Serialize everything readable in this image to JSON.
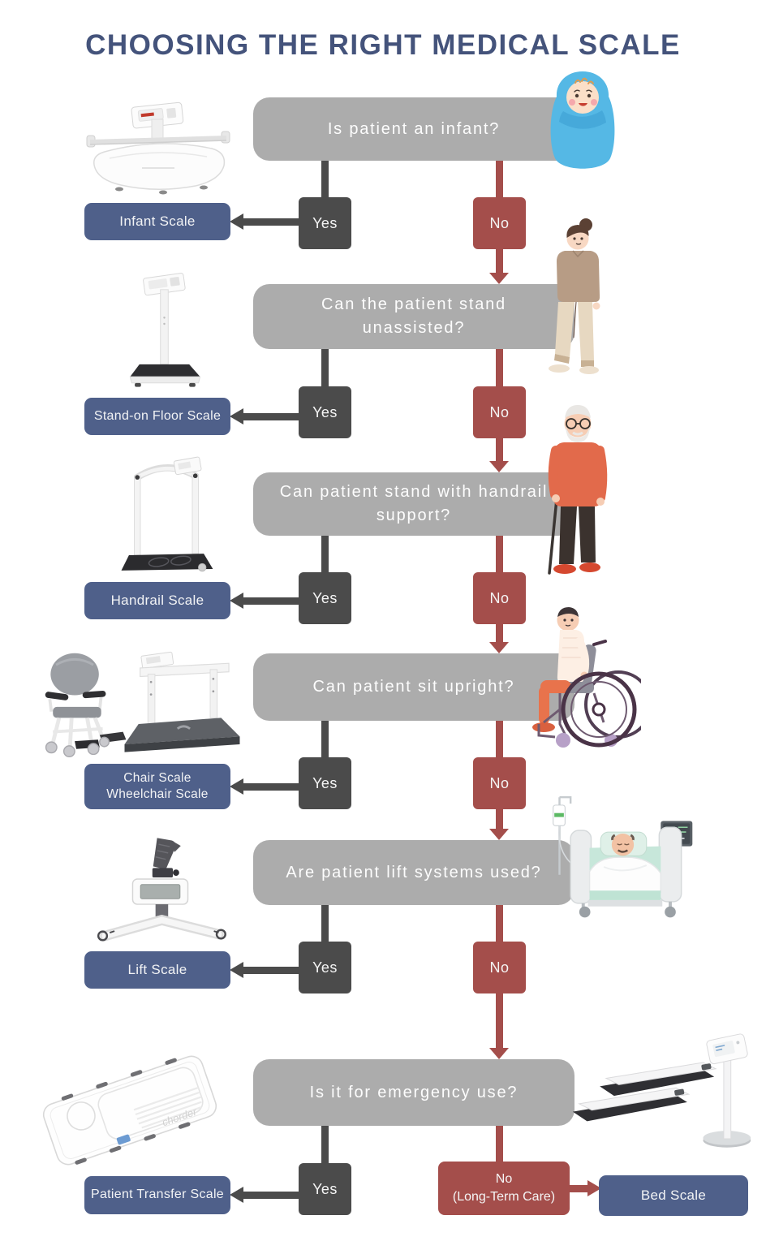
{
  "title": "CHOOSING THE RIGHT MEDICAL SCALE",
  "steps": [
    {
      "question": "Is patient an infant?",
      "yes": "Yes",
      "no": "No",
      "result": "Infant Scale"
    },
    {
      "question": "Can the patient stand unassisted?",
      "yes": "Yes",
      "no": "No",
      "result": "Stand-on Floor Scale"
    },
    {
      "question": "Can patient stand with handrail support?",
      "yes": "Yes",
      "no": "No",
      "result": "Handrail Scale"
    },
    {
      "question": "Can patient sit upright?",
      "yes": "Yes",
      "no": "No",
      "result_line1": "Chair Scale",
      "result_line2": "Wheelchair Scale"
    },
    {
      "question": "Are patient lift systems used?",
      "yes": "Yes",
      "no": "No",
      "result": "Lift Scale"
    },
    {
      "question": "Is it for emergency use?",
      "yes": "Yes",
      "no_line1": "No",
      "no_line2": "(Long-Term Care)",
      "result": "Patient Transfer Scale",
      "alt_result": "Bed Scale"
    }
  ],
  "products": {
    "transfer_brand": "chorder"
  },
  "images": {
    "products": [
      "infant-scale",
      "stand-on-floor-scale",
      "handrail-scale",
      "chair-scale-and-wheelchair-scale",
      "lift-scale",
      "patient-transfer-scale",
      "bed-scale"
    ],
    "people": [
      "swaddled-infant",
      "walking-woman",
      "elderly-man-with-cane",
      "man-in-wheelchair",
      "patient-in-hospital-bed"
    ]
  },
  "colors": {
    "title": "#44537B",
    "question_bg": "#ACACAC",
    "yes_bg": "#4B4B4B",
    "no_bg": "#A44E4B",
    "result_bg": "#4F608A",
    "text_on_boxes": "#FFFFFF"
  }
}
